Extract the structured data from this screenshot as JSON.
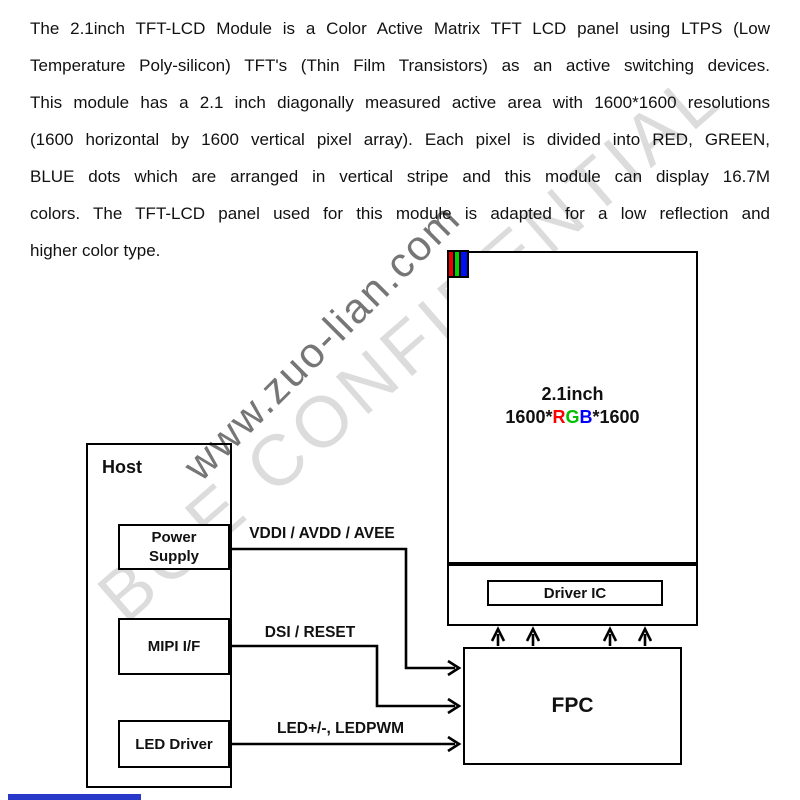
{
  "paragraph": {
    "lines": [
      "The 2.1inch TFT-LCD Module is a Color Active Matrix TFT LCD panel using LTPS (Low",
      "Temperature Poly-silicon) TFT's (Thin Film Transistors) as an active switching devices.",
      "This module has a 2.1 inch diagonally measured active area with 1600*1600 resolutions",
      "(1600 horizontal by 1600 vertical pixel array). Each pixel is divided into RED, GREEN,",
      "BLUE dots which are arranged in vertical stripe and this module can display 16.7M",
      "colors. The TFT-LCD panel used for this module is adapted for a low reflection and",
      "higher color type."
    ]
  },
  "watermarks": {
    "url_text": "www.zuo-lian.com",
    "url_color": "#767676",
    "confidential_text": "BOE CONFIDENTIAL",
    "confidential_color": "#dcdcdc"
  },
  "diagram": {
    "host": {
      "label": "Host",
      "blocks": [
        {
          "label": "Power Supply"
        },
        {
          "label": "MIPI I/F"
        },
        {
          "label": "LED Driver"
        }
      ]
    },
    "signals": [
      {
        "label": "VDDI / AVDD / AVEE"
      },
      {
        "label": "DSI / RESET"
      },
      {
        "label": "LED+/-, LEDPWM"
      }
    ],
    "panel": {
      "size_label": "2.1inch",
      "resolution": {
        "prefix": "1600*",
        "r": "R",
        "g": "G",
        "b": "B",
        "suffix": "*1600"
      },
      "resolution_colors": {
        "r": "#ff0000",
        "g": "#00c000",
        "b": "#0000ff"
      },
      "rgb_icon_colors": [
        "#ee0000",
        "#00d300",
        "#0010f0"
      ],
      "driver_ic_label": "Driver IC"
    },
    "fpc_label": "FPC"
  },
  "footer": {
    "blue_bar_color": "#2838c8"
  }
}
